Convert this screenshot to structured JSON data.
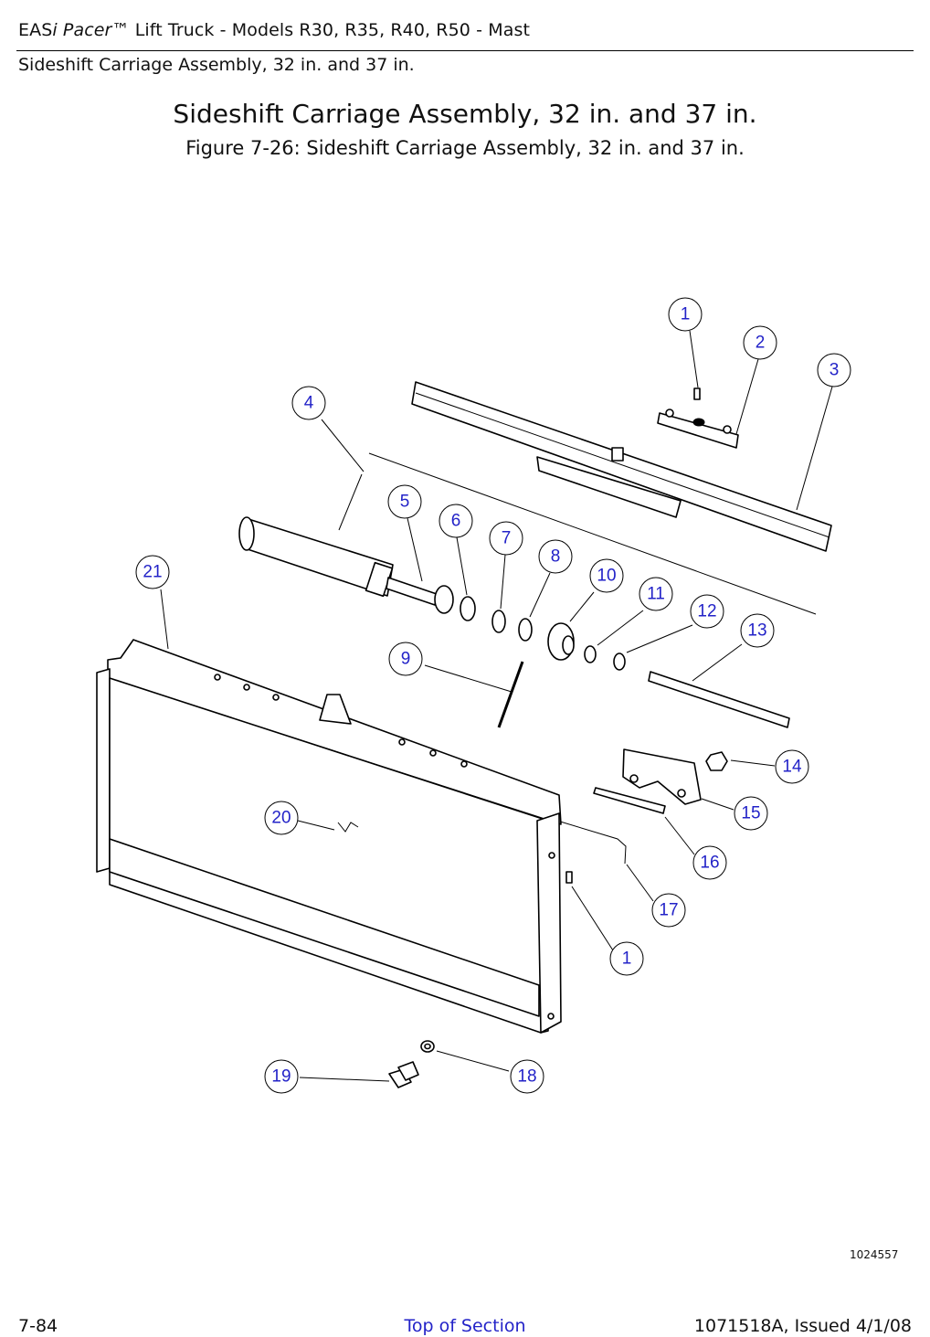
{
  "header": {
    "line1_prefix": "EAS",
    "line1_italic": "i Pacer",
    "line1_suffix": "™ Lift Truck - Models R30, R35, R40, R50 - Mast",
    "line2": "Sideshift Carriage Assembly, 32 in. and 37 in."
  },
  "title": "Sideshift Carriage Assembly, 32 in. and 37 in.",
  "caption": "Figure 7-26:  Sideshift Carriage Assembly, 32 in. and 37 in.",
  "figure": {
    "figure_id": "1024557",
    "callouts": [
      "1",
      "2",
      "3",
      "4",
      "5",
      "6",
      "7",
      "8",
      "10",
      "11",
      "12",
      "13",
      "9",
      "21",
      "14",
      "15",
      "16",
      "17",
      "1",
      "20",
      "19",
      "18"
    ]
  },
  "footer": {
    "page_number": "7-84",
    "link": "Top of Section",
    "doc_info": "1071518A, Issued 4/1/08"
  },
  "colors": {
    "callout_text": "#2323c8",
    "link": "#2323c8"
  }
}
